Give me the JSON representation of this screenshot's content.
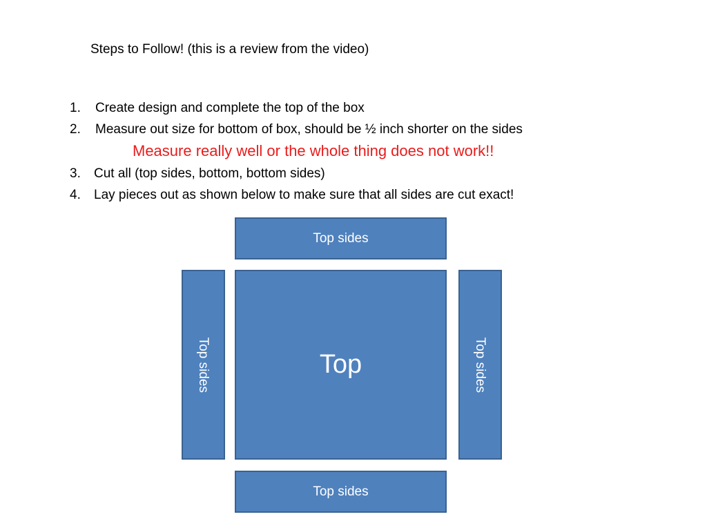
{
  "heading": "Steps to Follow! (this is a review from the video)",
  "steps": [
    {
      "num": "1.",
      "text": "Create design and complete the top of the box"
    },
    {
      "num": "2.",
      "text": "Measure out size for bottom of box, should be ½ inch shorter on the sides"
    },
    {
      "num": "3.",
      "text": "Cut all (top sides, bottom, bottom sides)"
    },
    {
      "num": "4.",
      "text": "Lay pieces out as shown below to make sure that all sides are cut exact!"
    }
  ],
  "warning": "Measure really well or the whole thing does not work!!",
  "diagram": {
    "top_piece_label": "Top",
    "top_side_upper_label": "Top sides",
    "top_side_lower_label": "Top sides",
    "top_side_left_label": "Top sides",
    "top_side_right_label": "Top sides"
  },
  "colors": {
    "piece_fill": "#4f81bd",
    "piece_border": "#3a6291",
    "warning_text": "#e81c1c",
    "piece_text": "#ffffff"
  }
}
